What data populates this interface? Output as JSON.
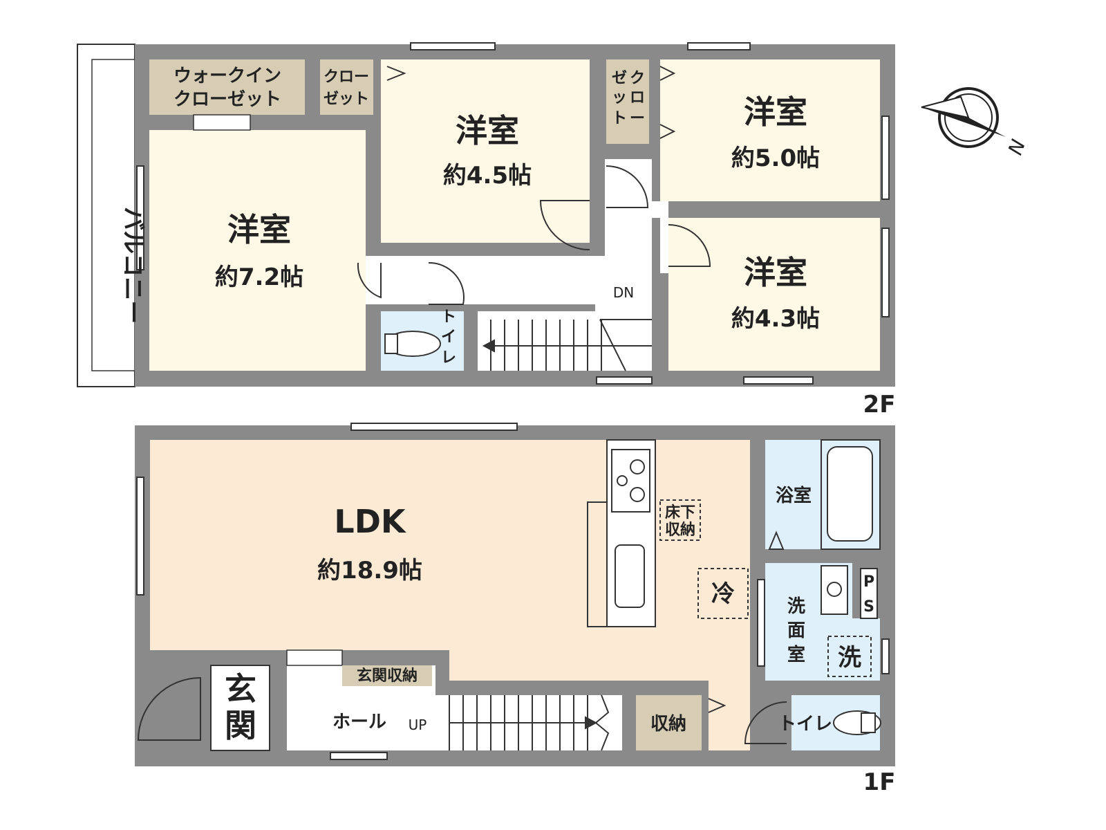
{
  "floors": {
    "second": {
      "label": "2F",
      "balcony": "バルコニー",
      "walk_in_closet": [
        "ウォークイン",
        "クローゼット"
      ],
      "closet_a": [
        "クロー",
        "ゼット"
      ],
      "closet_b": [
        "ク",
        "ロ",
        "ー"
      ],
      "closet_b2": [
        "ゼ",
        "ッ",
        "ト"
      ],
      "room_72": {
        "name": "洋室",
        "size": "約7.2帖"
      },
      "room_45": {
        "name": "洋室",
        "size": "約4.5帖"
      },
      "room_50": {
        "name": "洋室",
        "size": "約5.0帖"
      },
      "room_43": {
        "name": "洋室",
        "size": "約4.3帖"
      },
      "toilet": [
        "ト",
        "イ",
        "レ"
      ],
      "stairs_label": "DN"
    },
    "first": {
      "label": "1F",
      "ldk": {
        "name": "LDK",
        "size": "約18.9帖"
      },
      "bath": "浴室",
      "washroom": [
        "洗",
        "面",
        "室"
      ],
      "ps": [
        "P",
        "S"
      ],
      "washer": "洗",
      "fridge": "冷",
      "underfloor": [
        "床下",
        "収納"
      ],
      "entrance": [
        "玄",
        "関"
      ],
      "entrance_storage": "玄関収納",
      "hall": "ホール",
      "stairs_label": "UP",
      "storage": "収納",
      "toilet": "トイレ"
    }
  },
  "compass": {
    "north": "N"
  },
  "colors": {
    "wall": "#8a8a8a",
    "bedroom": "#fdf9e6",
    "ldk": "#fcead4",
    "wet": "#dff0fb",
    "storage": "#d6cdb4",
    "hall": "#ffffff"
  }
}
